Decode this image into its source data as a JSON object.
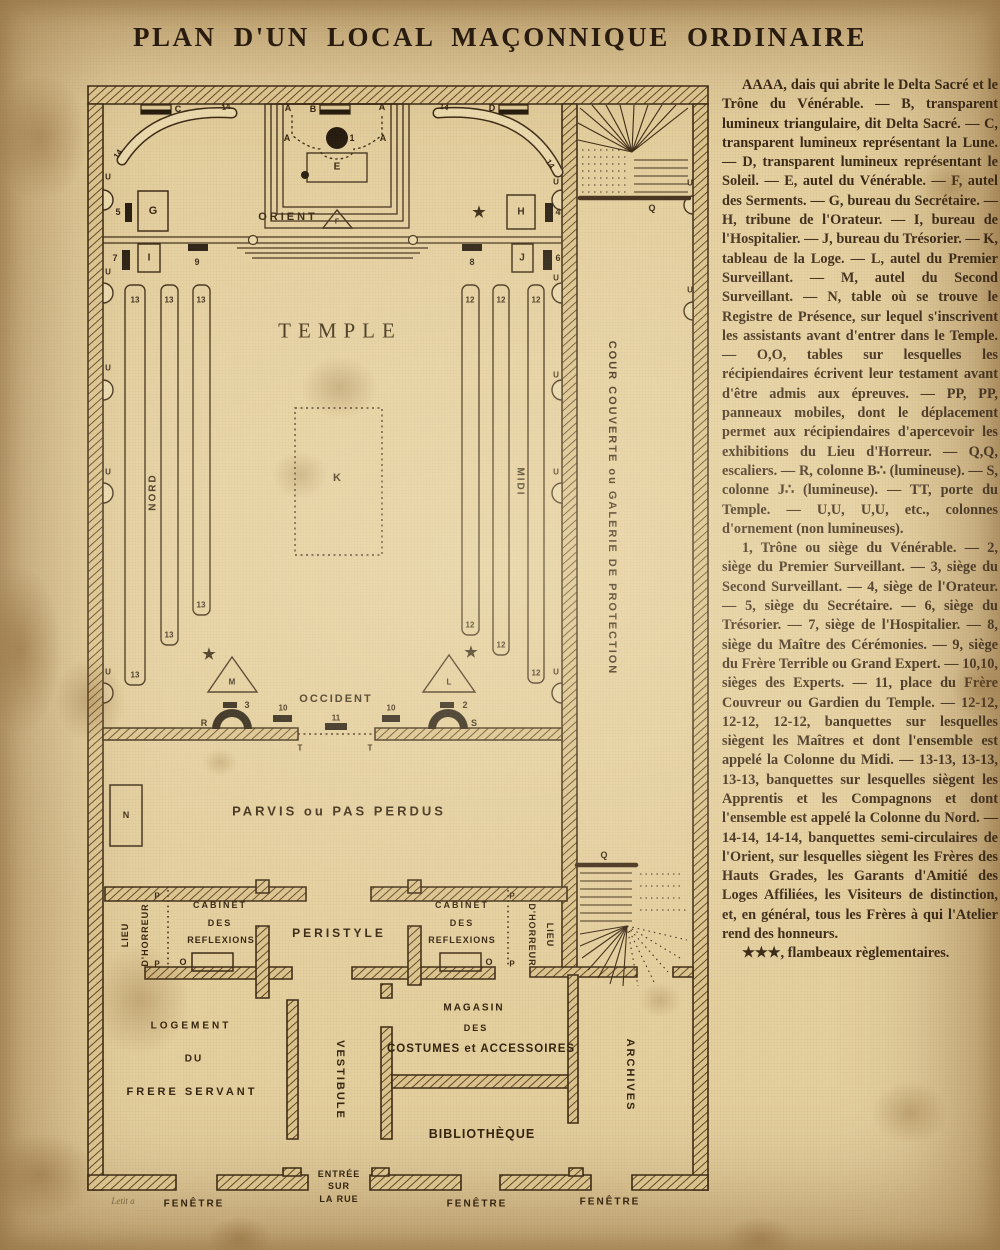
{
  "page": {
    "title": "PLAN D'UN LOCAL MAÇONNIQUE ORDINAIRE"
  },
  "colors": {
    "paper": "#e9d6a8",
    "ink": "#33230f",
    "legend_ink": "#3a2817",
    "seat_black": "#241a0e"
  },
  "legend": {
    "para1": "AAAA, dais qui abrite le Delta Sacré et le Trône du Vénérable. — B, transparent lumineux triangulaire, dit Delta Sacré. — C, transparent lumineux représentant la Lune. — D, transparent lumineux représentant le Soleil. — E, autel du Vénérable. — F, autel des Serments. — G, bureau du Secrétaire. — H, tribune de l'Orateur. — I, bureau de l'Hospitalier. — J, bureau du Trésorier. — K, tableau de la Loge. — L, autel du Premier Surveillant. — M, autel du Second Surveillant. — N, table où se trouve le Registre de Présence, sur lequel s'inscrivent les assistants avant d'entrer dans le Temple. — O,O, tables sur lesquelles les récipiendaires écrivent leur testament avant d'être admis aux épreuves. — PP, PP, panneaux mobiles, dont le déplacement permet aux récipiendaires d'apercevoir les exhibitions du Lieu d'Horreur. — Q,Q, escaliers. — R, colonne B∴ (lumineuse). — S, colonne J∴ (lumineuse). — TT, porte du Temple. — U,U, U,U, etc., colonnes d'ornement (non lumineuses).",
    "para2": "1, Trône ou siège du Vénérable. — 2, siège du Premier Surveillant. — 3, siège du Second Surveillant. — 4, siège de l'Orateur. — 5, siège du Secrétaire. — 6, siège du Trésorier. — 7, siège de l'Hospitalier. — 8, siège du Maître des Cérémonies. — 9, siège du Frère Terrible ou Grand Expert. — 10,10, sièges des Experts. — 11, place du Frère Couvreur ou Gardien du Temple. — 12-12, 12-12, 12-12, banquettes sur lesquelles siègent les Maîtres et dont l'ensemble est appelé la Colonne du Midi. — 13-13, 13-13, 13-13, banquettes sur lesquelles siègent les Apprentis et les Compagnons et dont l'ensemble est appelé la Colonne du Nord. — 14-14, 14-14, banquettes semi-circulaires de l'Orient, sur lesquelles siègent les Frères des Hauts Grades, les Garants d'Amitié des Loges Affiliées, les Visiteurs de distinction, et, en général, tous les Frères à qui l'Atelier rend des honneurs.",
    "para3": "★★★, flambeaux règlementaires."
  },
  "plan": {
    "rooms": {
      "temple": "TEMPLE",
      "orient": "ORIENT",
      "occident": "OCCIDENT",
      "nord": "NORD",
      "midi": "MIDI",
      "cour": "COUR COUVERTE ou GALERIE DE PROTECTION",
      "parvis": "PARVIS ou PAS PERDUS",
      "peristyle": "PERISTYLE",
      "cabinet_l1": "CABINET",
      "cabinet_l2": "DES",
      "cabinet_l3": "REFLEXIONS",
      "lieu_l1": "LIEU",
      "lieu_l2": "D'HORREUR",
      "logement_l1": "LOGEMENT",
      "logement_l2": "DU",
      "logement_l3": "FRERE SERVANT",
      "vestibule": "VESTIBULE",
      "magasin_l1": "MAGASIN",
      "magasin_l2": "DES",
      "magasin_l3": "COSTUMES et ACCESSOIRES",
      "bibliotheque": "BIBLIOTHÈQUE",
      "archives": "ARCHIVES"
    },
    "exterior": {
      "entree_l1": "ENTRÉE",
      "entree_l2": "SUR",
      "entree_l3": "LA RUE",
      "fenetre": "FENÊTRE",
      "sig": "Letit a"
    },
    "marks": {
      "a": "A",
      "b": "B",
      "c": "C",
      "d": "D",
      "e": "E",
      "f": "F",
      "g": "G",
      "h": "H",
      "i": "I",
      "j": "J",
      "k": "K",
      "l": "L",
      "m": "M",
      "n": "N",
      "o": "O",
      "p": "P",
      "q": "Q",
      "r": "R",
      "s": "S",
      "t": "T",
      "u": "U",
      "n1": "1",
      "n2": "2",
      "n3": "3",
      "n4": "4",
      "n5": "5",
      "n6": "6",
      "n7": "7",
      "n8": "8",
      "n9": "9",
      "n10": "10",
      "n11": "11",
      "n12": "12",
      "n13": "13",
      "n14": "14",
      "star": "★"
    }
  }
}
